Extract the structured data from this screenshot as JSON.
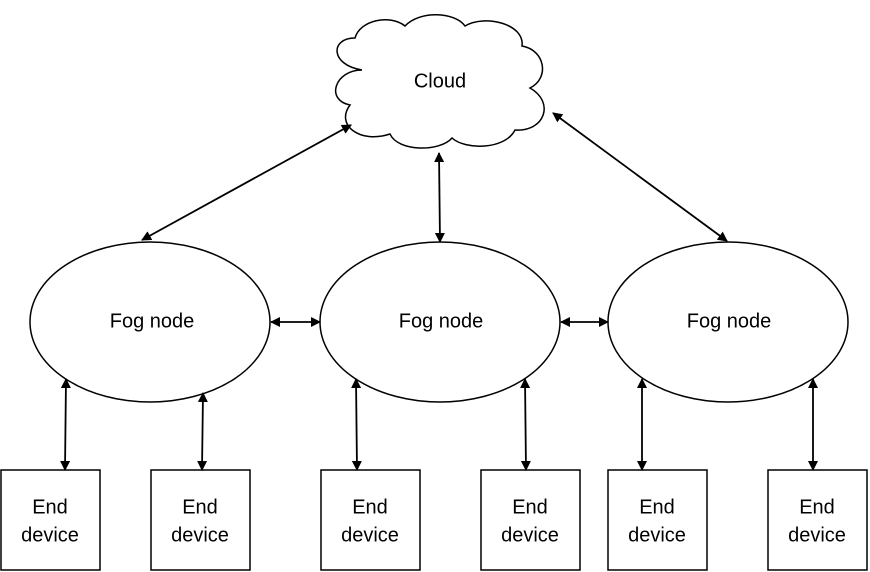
{
  "diagram": {
    "cloud": {
      "label": "Cloud"
    },
    "fog_nodes": [
      {
        "label": "Fog node"
      },
      {
        "label": "Fog node"
      },
      {
        "label": "Fog node"
      }
    ],
    "end_devices": [
      {
        "line1": "End",
        "line2": "device"
      },
      {
        "line1": "End",
        "line2": "device"
      },
      {
        "line1": "End",
        "line2": "device"
      },
      {
        "line1": "End",
        "line2": "device"
      },
      {
        "line1": "End",
        "line2": "device"
      },
      {
        "line1": "End",
        "line2": "device"
      }
    ],
    "colors": {
      "stroke": "#000000",
      "fill": "#ffffff"
    }
  }
}
